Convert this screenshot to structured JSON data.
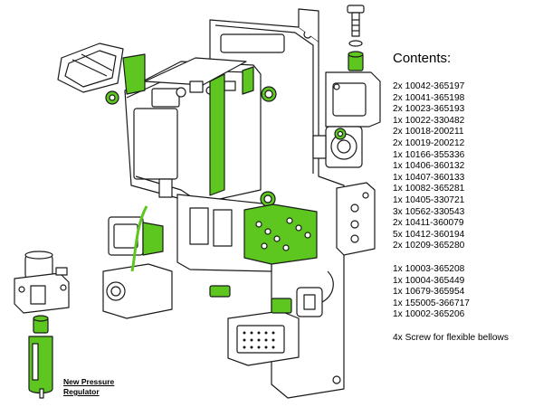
{
  "panel": {
    "title": "Contents:",
    "group1": [
      "2x 10042-365197",
      "2x 10041-365198",
      "2x 10023-365193",
      "1x 10022-330482",
      "2x 10018-200211",
      "2x 10019-200212",
      "1x 10166-355336",
      "1x 10406-360132",
      "1x 10407-360133",
      "1x 10082-365281",
      "1x 10405-330721",
      "3x 10562-330543",
      "2x 10411-360079",
      "5x 10412-360194",
      "2x 10209-365280"
    ],
    "group2": [
      "1x 10003-365208",
      "1x 10004-365449",
      "1x 10679-365954",
      "1x 155005-366717",
      "1x 10002-365206"
    ],
    "note": "4x Screw for flexible bellows"
  },
  "regulator_label": {
    "line1": "New Pressure",
    "line2": "Regulator"
  },
  "colors": {
    "highlight": "#5dc720",
    "line": "#1a1a1a",
    "body": "#ffffff"
  }
}
